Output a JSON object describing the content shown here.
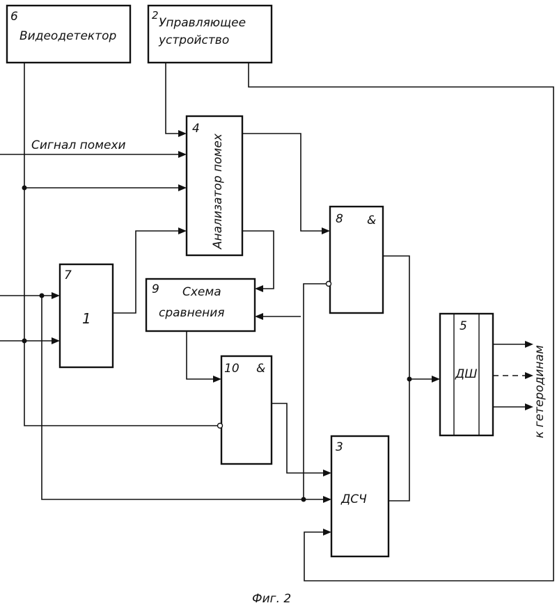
{
  "blocks": {
    "videodetector": {
      "num": "6",
      "title": "Видеодетектор"
    },
    "control": {
      "num": "2",
      "line1": "Управляющее",
      "line2": "устройство"
    },
    "analyzer": {
      "num": "4",
      "title": "Анализатор помех"
    },
    "block7": {
      "num": "7",
      "inner": "1"
    },
    "compare": {
      "num": "9",
      "line1": "Схема",
      "line2": "сравнения"
    },
    "block8": {
      "num": "8",
      "sub": "&"
    },
    "block10": {
      "num": "10",
      "sub": "&"
    },
    "block3": {
      "num": "3",
      "inner": "ДСЧ"
    },
    "block5": {
      "num": "5",
      "inner": "ДШ"
    }
  },
  "labels": {
    "interference_signal": "Сигнал помехи",
    "to_heterodynes": "к гетеродинам",
    "figure_caption": "Фиг. 2"
  }
}
